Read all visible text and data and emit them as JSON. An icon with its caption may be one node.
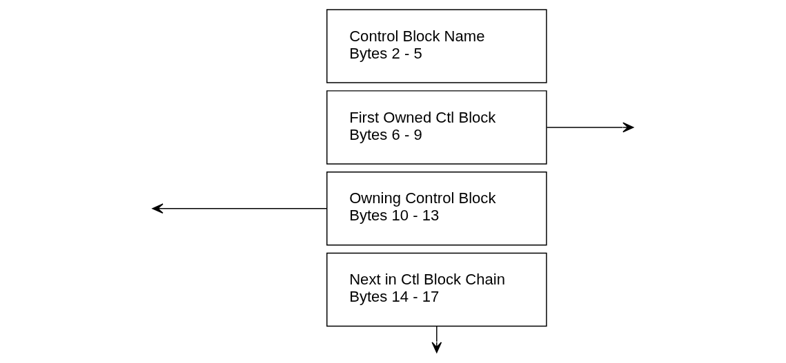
{
  "diagram": {
    "nodes": [
      {
        "text": [
          "Control Block Name",
          "Bytes 2 - 5"
        ]
      },
      {
        "text": [
          "First Owned Ctl Block",
          "Bytes 6 - 9"
        ]
      },
      {
        "text": [
          "Owning Control Block",
          "Bytes 10 - 13"
        ]
      },
      {
        "text": [
          "Next in Ctl Block Chain",
          "Bytes 14 - 17"
        ]
      }
    ],
    "edges": [
      {
        "from": 1,
        "to": null,
        "arrow": "to"
      },
      {
        "from": 2,
        "to": null,
        "arrow": "to"
      },
      {
        "from": 3,
        "to": null,
        "arrow": "to"
      }
    ]
  }
}
